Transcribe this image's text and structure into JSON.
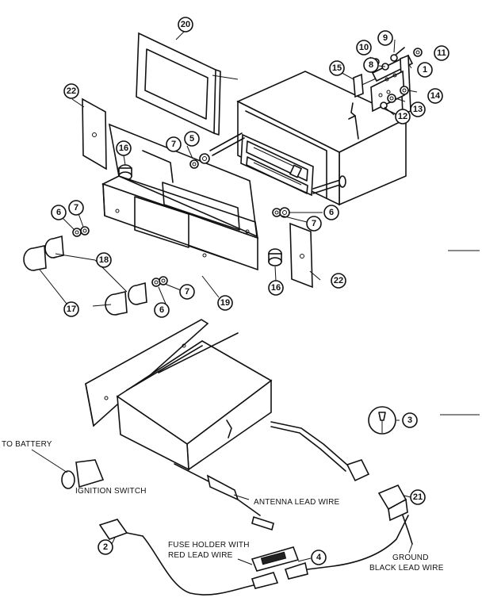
{
  "callouts": [
    "1",
    "2",
    "3",
    "4",
    "5",
    "6",
    "7",
    "8",
    "9",
    "10",
    "11",
    "12",
    "13",
    "14",
    "15",
    "16",
    "17",
    "18",
    "19",
    "20",
    "21",
    "22"
  ],
  "labels": {
    "to_battery": "TO BATTERY",
    "ignition_switch": "IGNITION SWITCH",
    "antenna_lead_wire": "ANTENNA LEAD WIRE",
    "fuse_holder_line1": "FUSE HOLDER WITH",
    "fuse_holder_line2": "RED LEAD WIRE",
    "ground": "GROUND",
    "black_lead_wire": "BLACK LEAD WIRE"
  }
}
